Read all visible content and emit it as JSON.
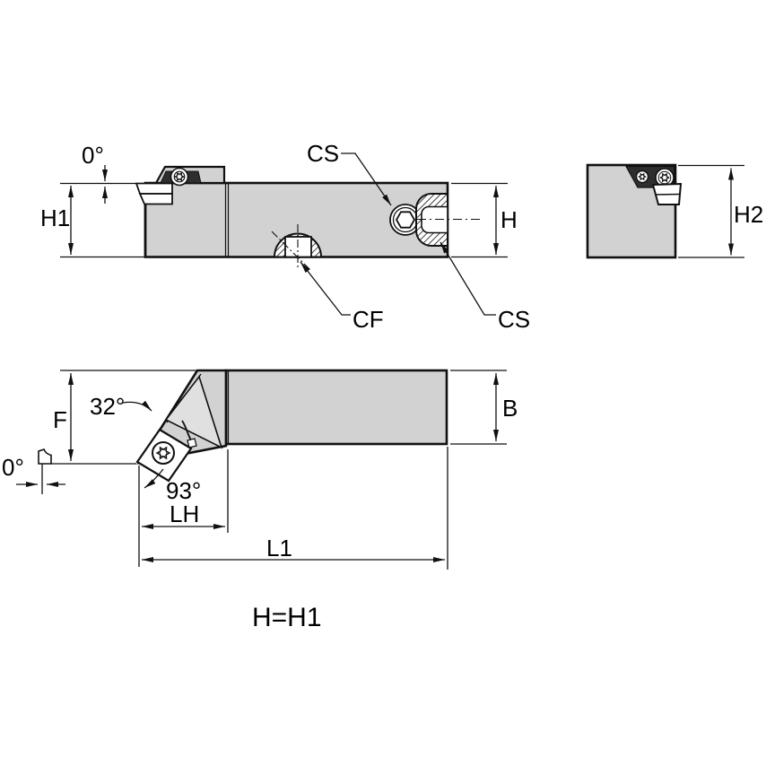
{
  "drawing": {
    "note": "H=H1",
    "colors": {
      "body": "#d2d2d2",
      "clamp_face": "#e0e0e0",
      "dark_clamp": "#2e2e2e",
      "insert": "#ffffff",
      "line": "#111111"
    },
    "side_view": {
      "labels": {
        "back_rake_angle": "0°",
        "height_h1": "H1",
        "clamp_screw_top": "CS",
        "shank_height_h": "H",
        "coolant_port_front": "CF",
        "coolant_port_rear": "CS"
      }
    },
    "end_view": {
      "labels": {
        "height_h2": "H2"
      }
    },
    "top_view": {
      "labels": {
        "head_angle": "32°",
        "nose_offset_f": "F",
        "tip_angle": "0°",
        "lead_angle": "93°",
        "head_length_lh": "LH",
        "overall_length_l1": "L1",
        "shank_width_b": "B"
      }
    }
  }
}
